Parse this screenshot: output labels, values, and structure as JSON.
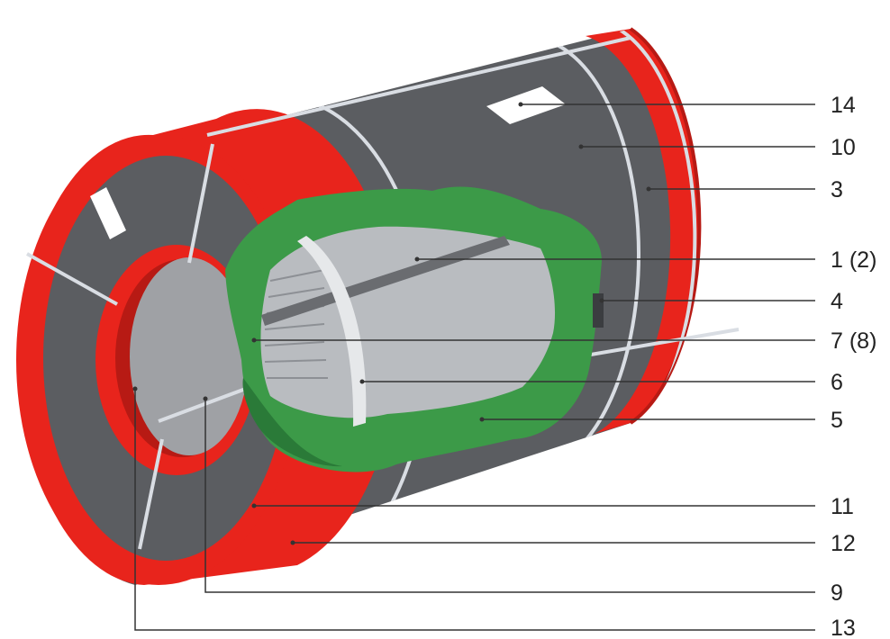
{
  "colors": {
    "background": "#ffffff",
    "coil_body": "#5b5d61",
    "coil_body_dark": "#4a4c50",
    "inner_wall": "#6a6c70",
    "red_protector": "#e8241c",
    "red_dark": "#b71a14",
    "strap": "#d9dde3",
    "bore": "#9fa1a5",
    "paper_green": "#3c9a48",
    "paper_green_dark": "#2a7a38",
    "metal_light": "#b9bcc0",
    "metal_mid": "#8d9095",
    "ring_white": "#e6e8ea",
    "label": "#ffffff",
    "leader": "#333333",
    "callout_text": "#222222"
  },
  "callouts": [
    {
      "id": "14",
      "label": "14"
    },
    {
      "id": "10",
      "label": "10"
    },
    {
      "id": "3",
      "label": "3"
    },
    {
      "id": "1",
      "label": "1 (2)"
    },
    {
      "id": "4",
      "label": "4"
    },
    {
      "id": "7",
      "label": "7 (8)"
    },
    {
      "id": "6",
      "label": "6"
    },
    {
      "id": "5",
      "label": "5"
    },
    {
      "id": "11",
      "label": "11"
    },
    {
      "id": "12",
      "label": "12"
    },
    {
      "id": "9",
      "label": "9"
    },
    {
      "id": "13",
      "label": "13"
    }
  ]
}
